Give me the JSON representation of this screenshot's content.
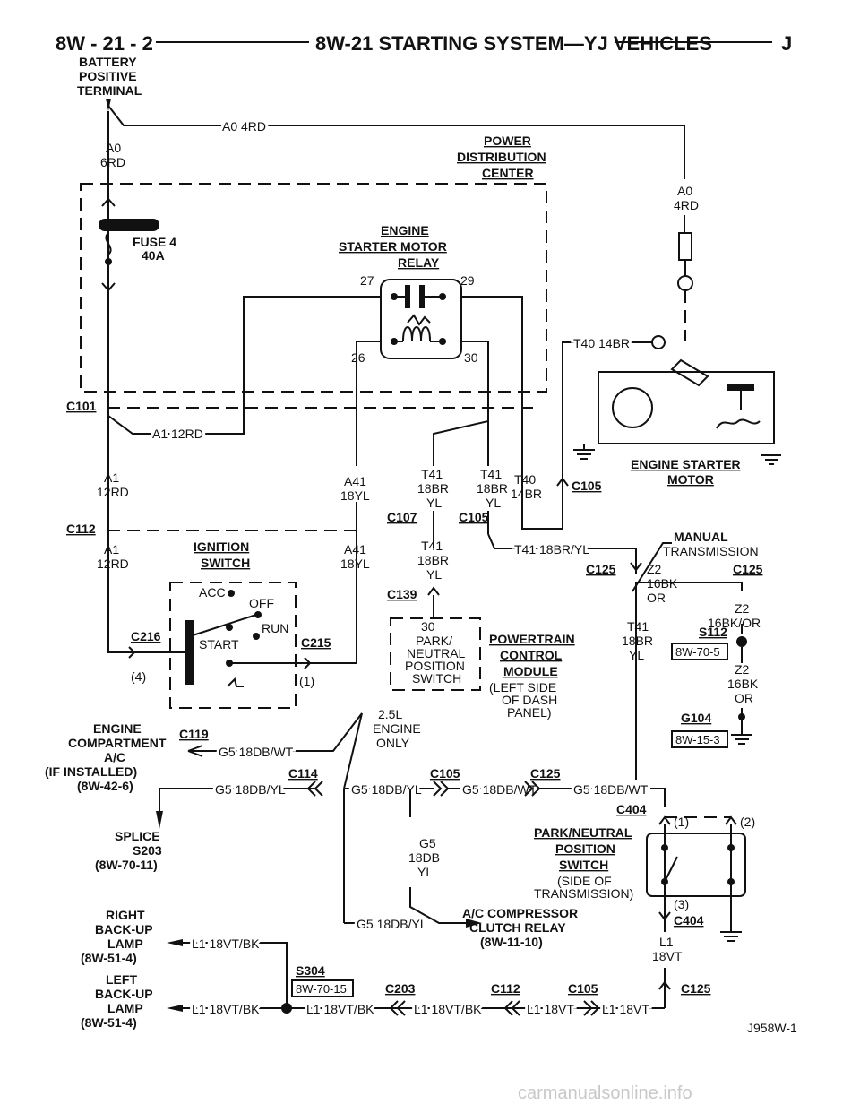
{
  "header": {
    "page_left": "8W - 21 - 2",
    "title": "8W-21 STARTING SYSTEM—YJ VEHICLES",
    "page_right": "J"
  },
  "labels": {
    "battery": [
      "BATTERY",
      "POSITIVE",
      "TERMINAL"
    ],
    "wire_a0_4rd_top": "A0 4RD",
    "wire_a0_6rd": [
      "A0",
      "6RD"
    ],
    "pdc": [
      "POWER",
      "DISTRIBUTION",
      "CENTER"
    ],
    "wire_a0_4rd_right": [
      "A0",
      "4RD"
    ],
    "fuse": [
      "FUSE 4",
      "40A"
    ],
    "relay": [
      "ENGINE",
      "STARTER MOTOR",
      "RELAY"
    ],
    "relay_pins": [
      "27",
      "29",
      "26",
      "30"
    ],
    "wire_t40_14br": "T40 14BR",
    "c101": "C101",
    "wire_a1_12rd_h": "A1 12RD",
    "starter_motor": [
      "ENGINE STARTER",
      "MOTOR"
    ],
    "wire_a1_12rd_1": [
      "A1",
      "12RD"
    ],
    "wire_a41_18yl_1": [
      "A41",
      "18YL"
    ],
    "wire_t41_18br_yl_1": [
      "T41",
      "18BR",
      "YL"
    ],
    "wire_t41_18br_yl_2": [
      "T41",
      "18BR",
      "YL"
    ],
    "wire_t40_14br_v": [
      "T40",
      "14BR"
    ],
    "c105_a": "C105",
    "c107": "C107",
    "c105_b": "C105",
    "c112_a": "C112",
    "wire_a1_12rd_2": [
      "A1",
      "12RD"
    ],
    "ignition_switch": [
      "IGNITION",
      "SWITCH"
    ],
    "wire_a41_18yl_2": [
      "A41",
      "18YL"
    ],
    "wire_t41_18br_yl_3": [
      "T41",
      "18BR",
      "YL"
    ],
    "wire_t41_18br_yl_h": "T41 18BR/YL",
    "manual_trans": [
      "MANUAL",
      "TRANSMISSION"
    ],
    "c125_a": "C125",
    "c125_b": "C125",
    "wire_z2_16bk_or": [
      "Z2",
      "16BK",
      "OR"
    ],
    "wire_z2_16bk_or_2": [
      "Z2",
      "16BK/OR"
    ],
    "acc": "ACC",
    "off": "OFF",
    "run": "RUN",
    "start": "START",
    "c139": "C139",
    "park_neutral_sw": [
      "30",
      "PARK/",
      "NEUTRAL",
      "POSITION",
      "SWITCH"
    ],
    "pcm": [
      "POWERTRAIN",
      "CONTROL",
      "MODULE"
    ],
    "pcm_loc": [
      "(LEFT SIDE",
      "OF DASH",
      "PANEL)"
    ],
    "wire_t41_18br_yl_4": [
      "T41",
      "18BR",
      "YL"
    ],
    "s112": "S112",
    "ref_8w_70_5": "8W-70-5",
    "wire_z2_16bk_or_3": [
      "Z2",
      "16BK",
      "OR"
    ],
    "c216": "C216",
    "c215": "C215",
    "pin4": "(4)",
    "pin1": "(1)",
    "g104": "G104",
    "ref_8w_15_3": "8W-15-3",
    "engine_2_5l": [
      "2.5L",
      "ENGINE",
      "ONLY"
    ],
    "engine_comp": [
      "ENGINE",
      "COMPARTMENT",
      "A/C",
      "(IF INSTALLED)",
      "(8W-42-6)"
    ],
    "c119": "C119",
    "wire_g5_18db_wt_1": "G5 18DB/WT",
    "c114": "C114",
    "c105_c": "C105",
    "c125_c": "C125",
    "wire_g5_18db_yl_1": "G5 18DB/YL",
    "wire_g5_18db_yl_2": "G5 18DB/YL",
    "wire_g5_18db_wt_2": "G5 18DB/WT",
    "wire_g5_18db_wt_3": "G5 18DB/WT",
    "c404_a": "C404",
    "pin_1b": "(1)",
    "pin_2": "(2)",
    "splice_s203": [
      "SPLICE",
      "S203",
      "(8W-70-11)"
    ],
    "wire_g5_18db_yl_v": [
      "G5",
      "18DB",
      "YL"
    ],
    "pn_position_sw": [
      "PARK/NEUTRAL",
      "POSITION",
      "SWITCH"
    ],
    "pn_side": [
      "(SIDE OF",
      "TRANSMISSION)"
    ],
    "pin_3": "(3)",
    "c404_b": "C404",
    "wire_g5_18db_yl_3": "G5 18DB/YL",
    "ac_relay": [
      "A/C COMPRESSOR",
      "CLUTCH RELAY",
      "(8W-11-10)"
    ],
    "right_backup": [
      "RIGHT",
      "BACK-UP",
      "LAMP",
      "(8W-51-4)"
    ],
    "wire_l1_18vt_bk_1": "L1 18VT/BK",
    "wire_l1_18vt": [
      "L1",
      "18VT"
    ],
    "s304": "S304",
    "ref_8w_70_15": "8W-70-15",
    "c203": "C203",
    "c112_b": "C112",
    "c105_d": "C105",
    "c125_d": "C125",
    "left_backup": [
      "LEFT",
      "BACK-UP",
      "LAMP",
      "(8W-51-4)"
    ],
    "wire_l1_18vt_bk_2": "L1 18VT/BK",
    "wire_l1_18vt_bk_3": "L1 18VT/BK",
    "wire_l1_18vt_bk_4": "L1 18VT/BK",
    "wire_l1_18vt_2": "L1 18VT",
    "wire_l1_18vt_3": "L1 18VT",
    "figure_id": "J958W-1",
    "watermark": "carmanualsonline.info"
  }
}
